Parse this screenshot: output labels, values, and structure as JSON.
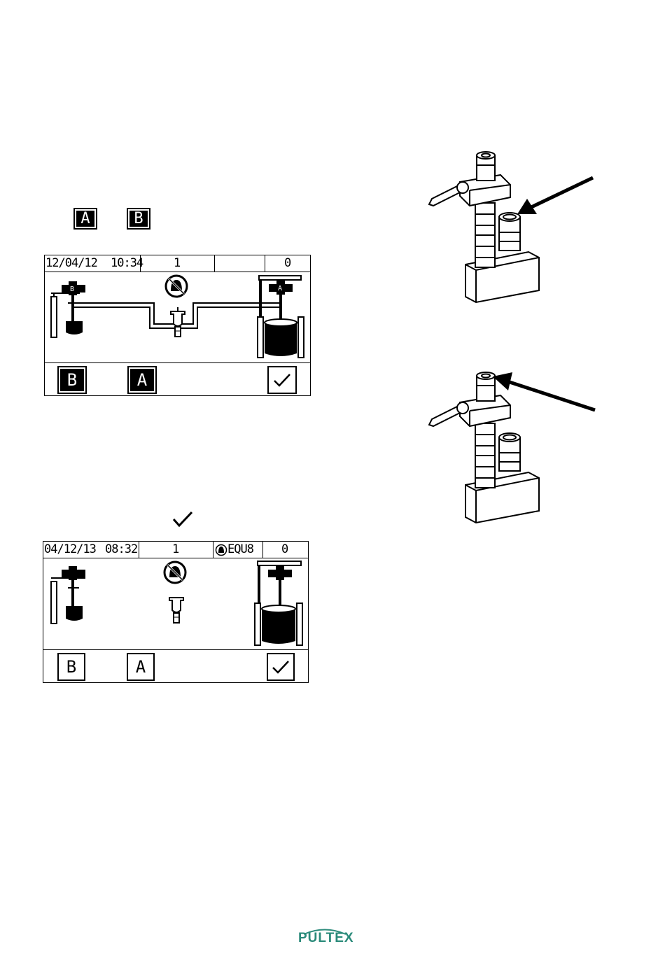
{
  "intro_keys": {
    "key_a": "A",
    "key_b": "B"
  },
  "screen1": {
    "date": "12/04/12",
    "time": "10:34",
    "count": "1",
    "event": "",
    "value": "0",
    "softkeys": {
      "b": "B",
      "a": "A"
    }
  },
  "check_instruction": {
    "icon": "checkmark-icon"
  },
  "screen2": {
    "date": "04/12/13",
    "time": "08:32",
    "count": "1",
    "event": "EQU8",
    "value": "0",
    "softkeys": {
      "b": "B",
      "a": "A"
    }
  },
  "footer": {
    "logo": "PULTEX",
    "logo_color": "#2a8a7a"
  }
}
